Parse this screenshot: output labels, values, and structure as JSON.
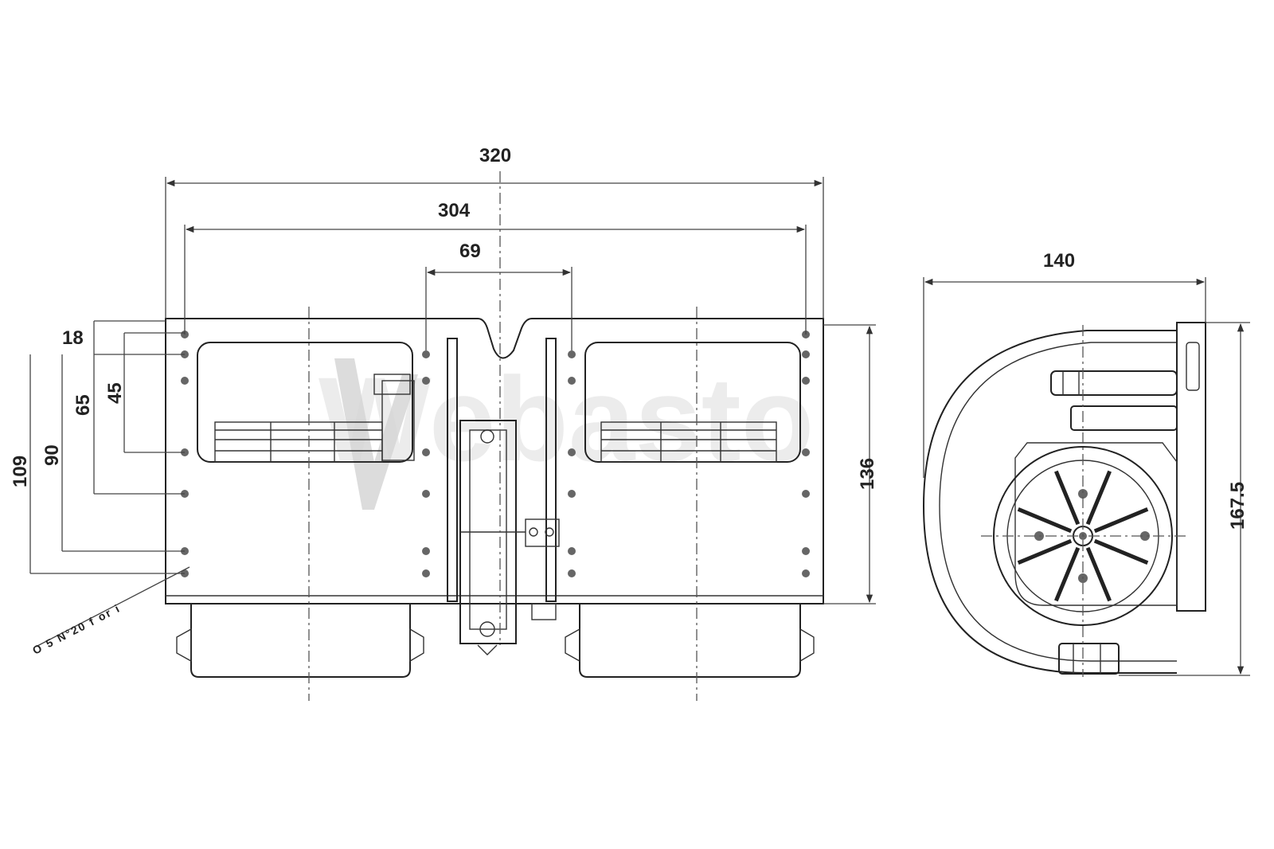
{
  "drawing": {
    "watermark_text": "Webasto",
    "dimensions": {
      "overall_width": "320",
      "mount_width": "304",
      "center_spacing": "69",
      "side_width": "140",
      "side_height": "167.5",
      "front_height": "136",
      "left_18": "18",
      "left_45": "45",
      "left_65": "65",
      "left_90": "90",
      "left_109": "109"
    },
    "hole_note": "O 5 N°20 f or i",
    "colors": {
      "line": "#222222",
      "watermark": "#d6d6d6",
      "background": "#ffffff"
    }
  }
}
